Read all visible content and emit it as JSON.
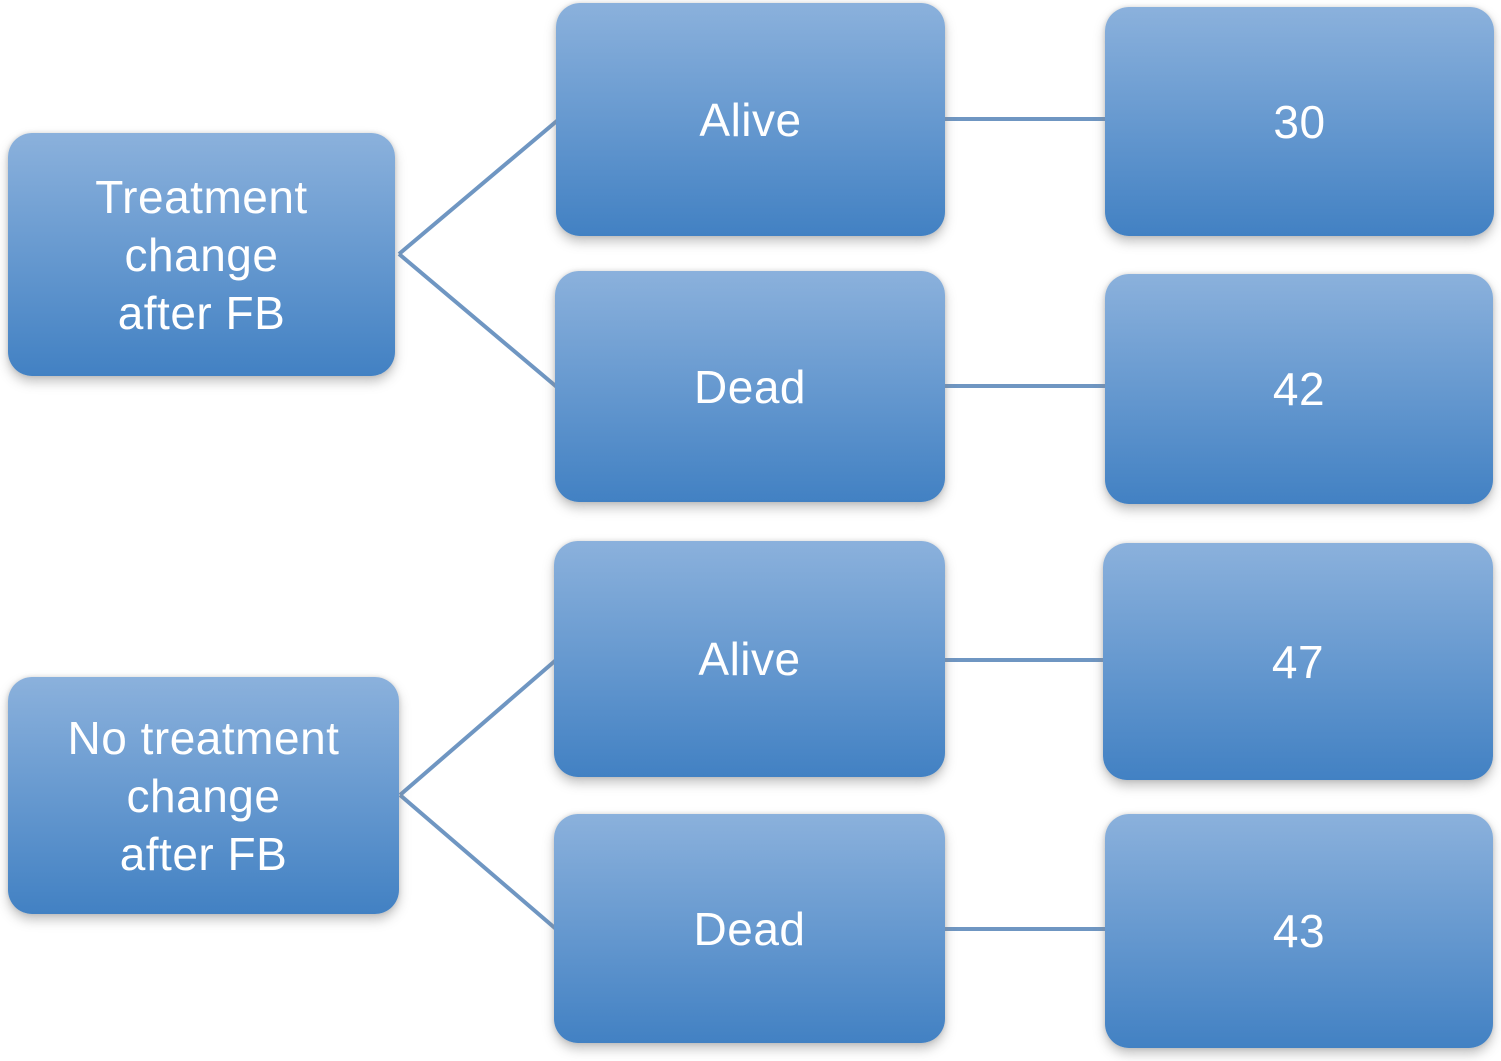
{
  "figure": {
    "type": "decision-tree-diagram",
    "description": "Outcome tree of treatment change after FB versus no treatment change after FB, split by Alive/Dead with patient counts"
  },
  "colors": {
    "box_gradient_top": "#8bb1dc",
    "box_gradient_bottom": "#4281c3",
    "connector_line": "#6f96c2",
    "label_text": "#ffffff",
    "background": "#ffffff"
  },
  "tree": {
    "branches": [
      {
        "root": "Treatment\nchange\nafter FB",
        "children": [
          {
            "outcome": "Alive",
            "count": "30"
          },
          {
            "outcome": "Dead",
            "count": "42"
          }
        ]
      },
      {
        "root": "No treatment\nchange\nafter FB",
        "children": [
          {
            "outcome": "Alive",
            "count": "47"
          },
          {
            "outcome": "Dead",
            "count": "43"
          }
        ]
      }
    ]
  }
}
